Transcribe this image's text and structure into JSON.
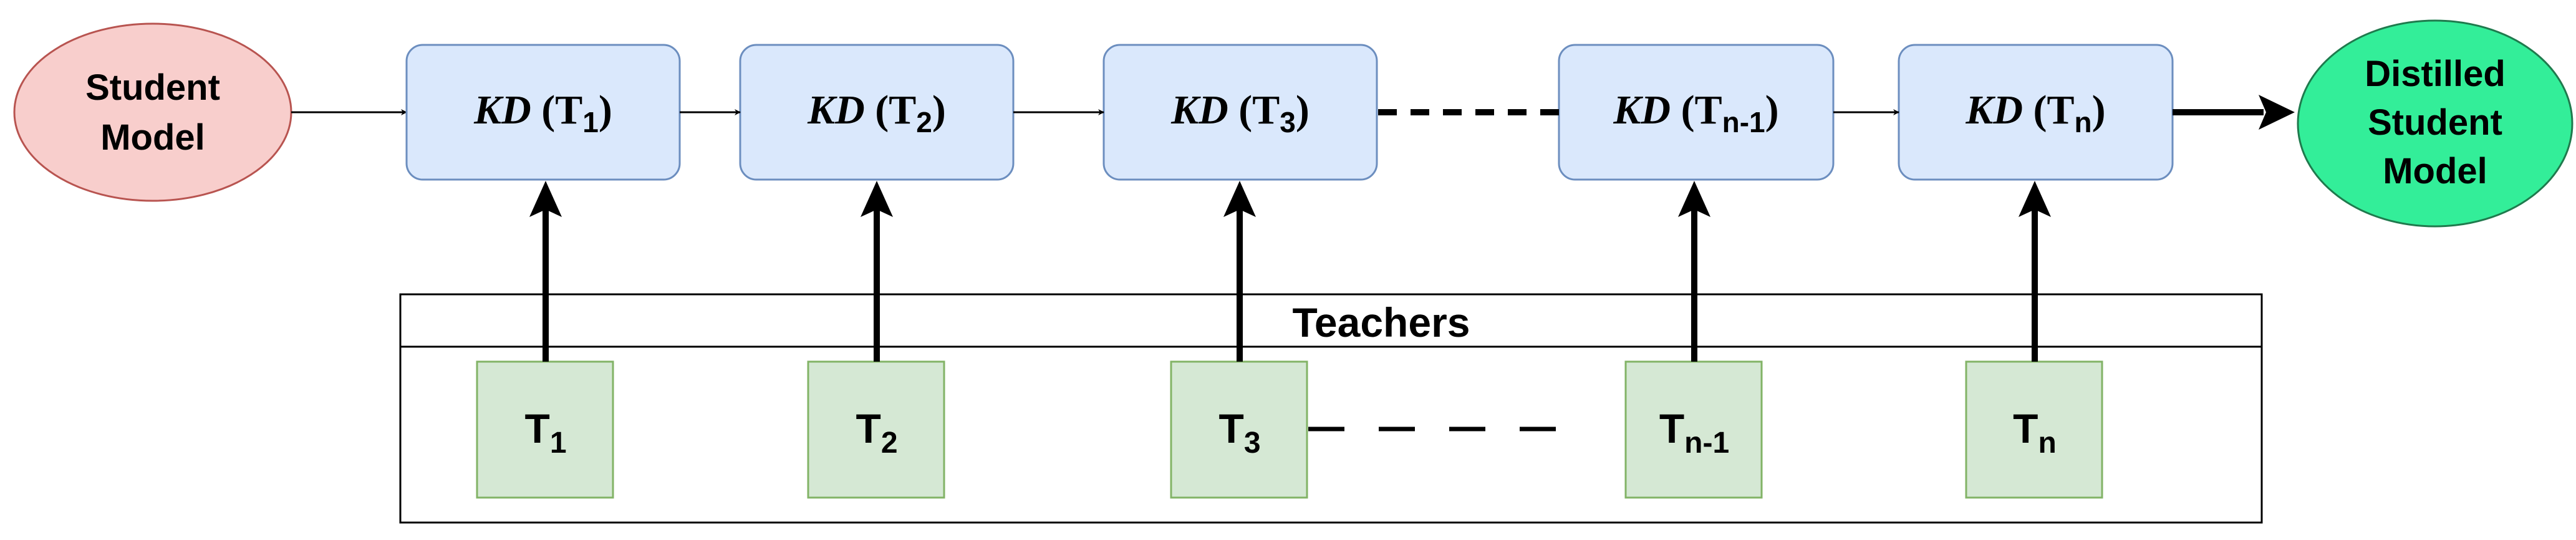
{
  "colors": {
    "student_fill": "#f8cecc",
    "student_stroke": "#b85450",
    "distilled_fill": "#33ee99",
    "distilled_stroke": "#1f7a4d",
    "kd_fill": "#dae8fc",
    "kd_stroke": "#6c8ebf",
    "teacher_fill": "#d5e8d4",
    "teacher_stroke": "#82b366",
    "line": "#000000"
  },
  "student": {
    "line1": "Student",
    "line2": "Model"
  },
  "distilled": {
    "line1": "Distilled",
    "line2": "Student",
    "line3": "Model"
  },
  "kd_steps": [
    {
      "prefix": "KD",
      "open": "(T",
      "sub": "1",
      "close": ")"
    },
    {
      "prefix": "KD",
      "open": "(T",
      "sub": "2",
      "close": ")"
    },
    {
      "prefix": "KD",
      "open": "(T",
      "sub": "3",
      "close": ")"
    },
    {
      "prefix": "KD",
      "open": "(T",
      "sub": "n-1",
      "close": ")"
    },
    {
      "prefix": "KD",
      "open": "(T",
      "sub": "n",
      "close": ")"
    }
  ],
  "teachers_panel": {
    "title": "Teachers"
  },
  "teachers": [
    {
      "base": "T",
      "sub": "1"
    },
    {
      "base": "T",
      "sub": "2"
    },
    {
      "base": "T",
      "sub": "3"
    },
    {
      "base": "T",
      "sub": "n-1"
    },
    {
      "base": "T",
      "sub": "n"
    }
  ]
}
